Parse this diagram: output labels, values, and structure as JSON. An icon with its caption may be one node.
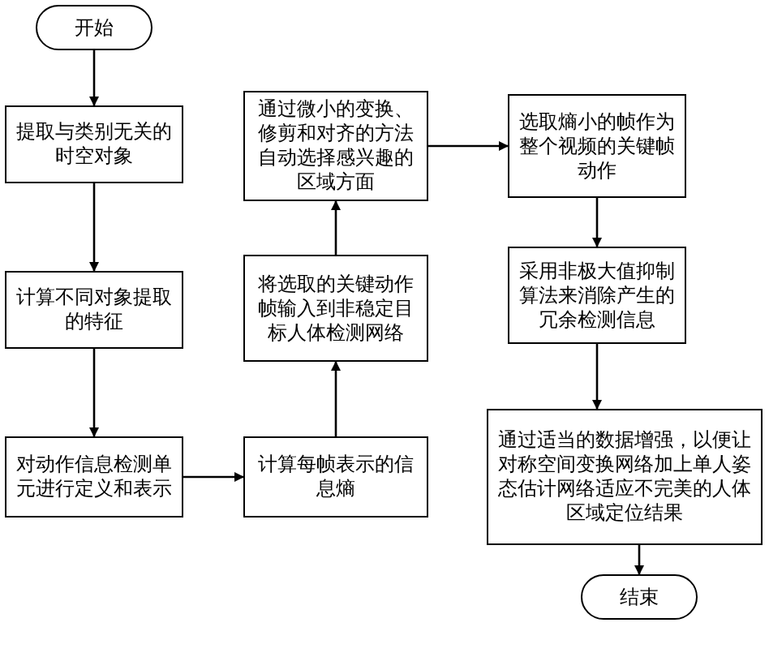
{
  "diagram": {
    "nodes": [
      {
        "text": [
          "开始"
        ]
      },
      {
        "text": [
          "提取与类别无关的时空对象"
        ]
      },
      {
        "text": [
          "计算不同对象提取的特征"
        ]
      },
      {
        "text": [
          "对动作信息检测单元进行定义和表示"
        ]
      },
      {
        "text": [
          "通过微小的变换、修剪和对齐的方法自动选择感兴趣的区域方面"
        ]
      },
      {
        "text": [
          "将选取的关键动作帧输入到非稳定目标人体检测网络"
        ]
      },
      {
        "text": [
          "计算每帧表示的信息熵"
        ]
      },
      {
        "text": [
          "选取熵小的帧作为整个视频的关键帧动作"
        ]
      },
      {
        "text": [
          "采用非极大值抑制算法来消除产生的冗余检测信息"
        ]
      },
      {
        "text": [
          "通过适当的数据增强，以便让对称空间变换网络加上单人姿态估计网络适应不完美的人体区域定位结果"
        ]
      },
      {
        "text": [
          "结束"
        ]
      }
    ],
    "edges": [
      {
        "from": 0,
        "to": 1,
        "arrow": "to"
      },
      {
        "from": 1,
        "to": 2,
        "arrow": "to"
      },
      {
        "from": 2,
        "to": 3,
        "arrow": "to"
      },
      {
        "from": 3,
        "to": 6,
        "arrow": "to"
      },
      {
        "from": 6,
        "to": 5,
        "arrow": "to"
      },
      {
        "from": 5,
        "to": 4,
        "arrow": "to"
      },
      {
        "from": 4,
        "to": 7,
        "arrow": "to"
      },
      {
        "from": 7,
        "to": 8,
        "arrow": "to"
      },
      {
        "from": 8,
        "to": 9,
        "arrow": "to"
      },
      {
        "from": 9,
        "to": 10,
        "arrow": "to"
      }
    ]
  }
}
